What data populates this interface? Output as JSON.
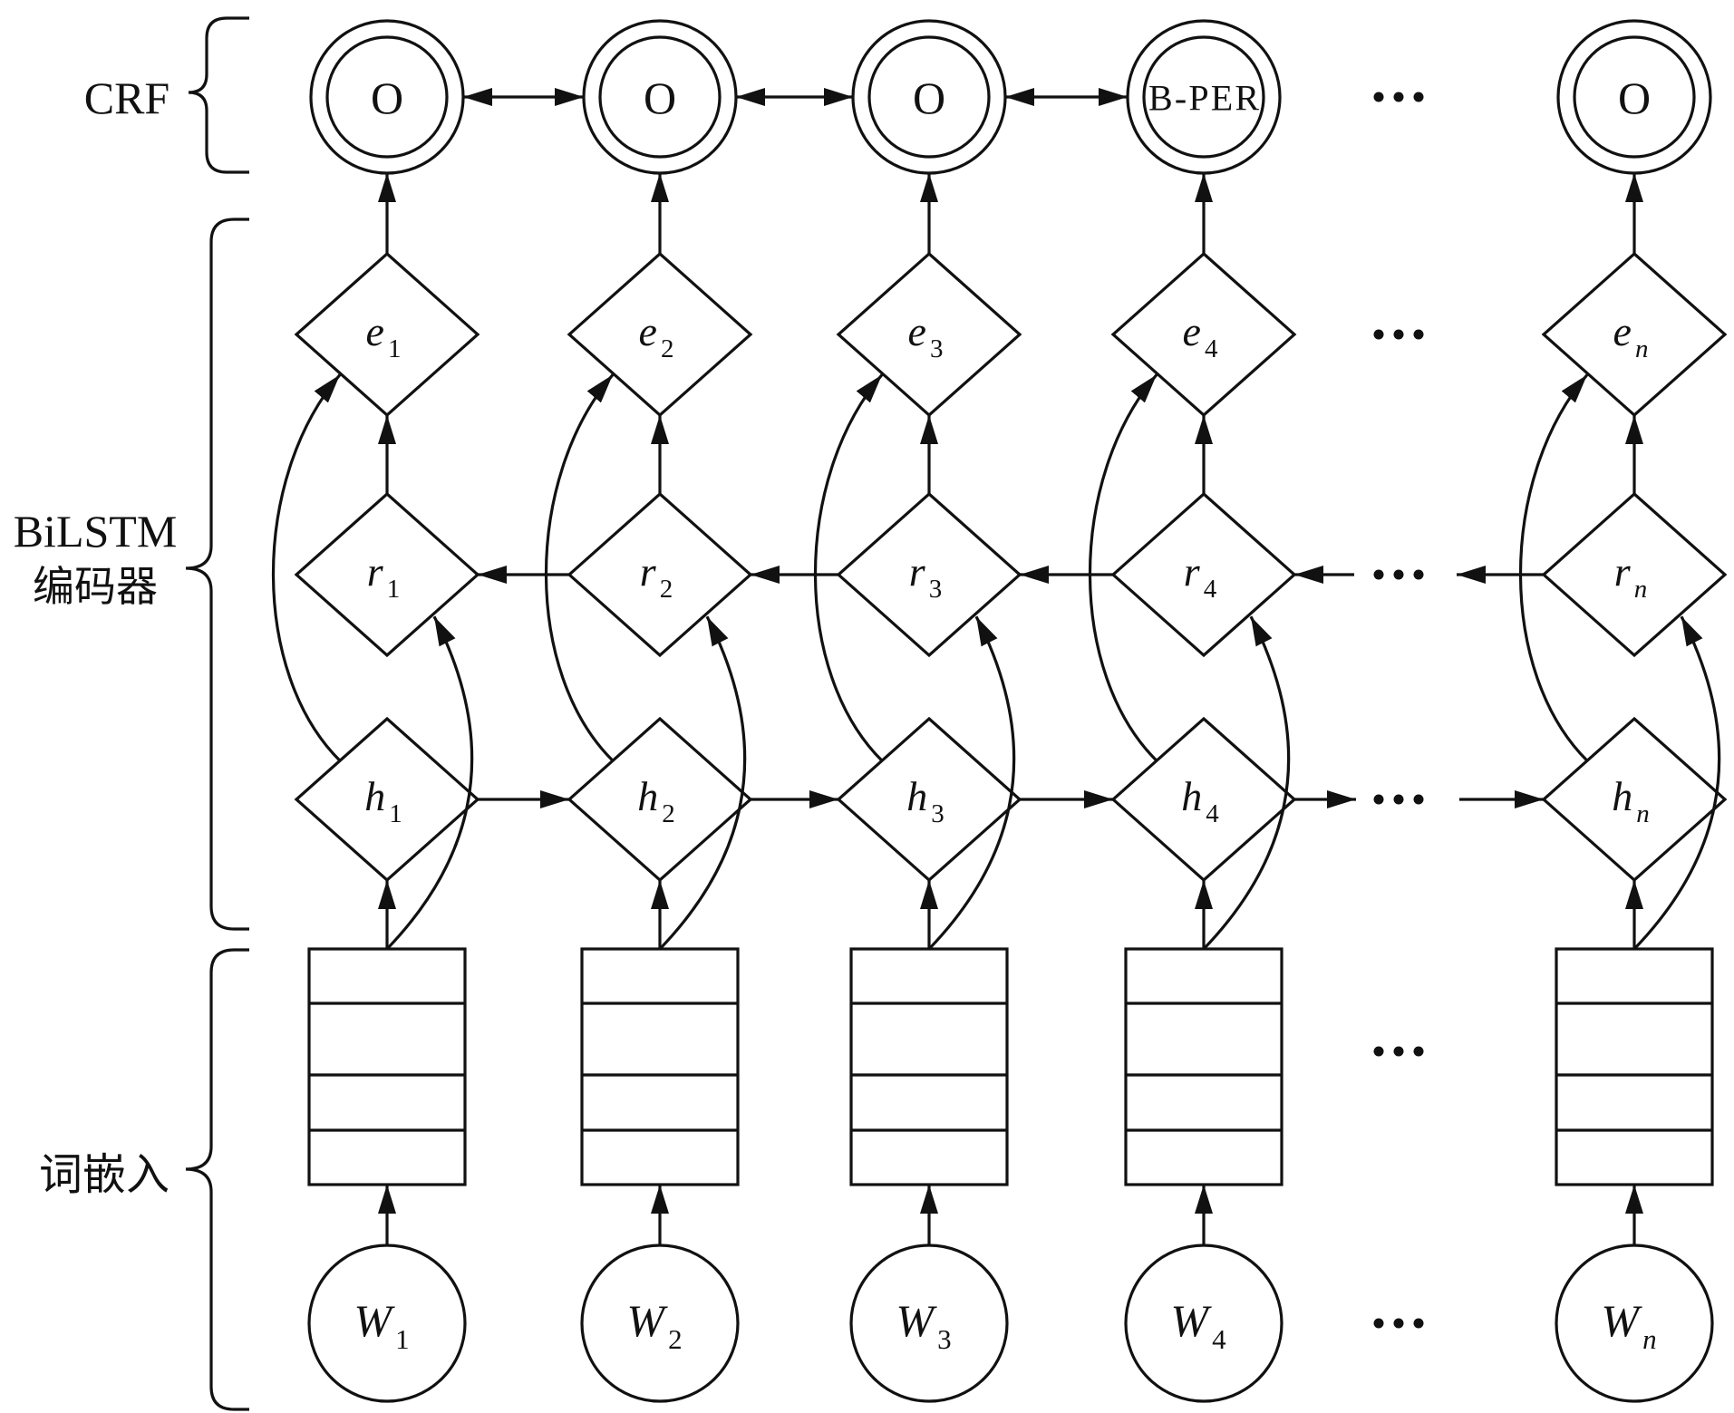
{
  "figure": {
    "layer_labels": {
      "crf": "CRF",
      "bilstm_line1": "BiLSTM",
      "bilstm_line2": "编码器",
      "embedding": "词嵌入"
    },
    "ellipsis": "···",
    "columns": [
      {
        "tag": "O",
        "e": "e",
        "e_sub": "1",
        "r": "r",
        "r_sub": "1",
        "h": "h",
        "h_sub": "1",
        "w": "W",
        "w_sub": "1"
      },
      {
        "tag": "O",
        "e": "e",
        "e_sub": "2",
        "r": "r",
        "r_sub": "2",
        "h": "h",
        "h_sub": "2",
        "w": "W",
        "w_sub": "2"
      },
      {
        "tag": "O",
        "e": "e",
        "e_sub": "3",
        "r": "r",
        "r_sub": "3",
        "h": "h",
        "h_sub": "3",
        "w": "W",
        "w_sub": "3"
      },
      {
        "tag": "B-PER",
        "e": "e",
        "e_sub": "4",
        "r": "r",
        "r_sub": "4",
        "h": "h",
        "h_sub": "4",
        "w": "W",
        "w_sub": "4"
      },
      {
        "tag": "O",
        "e": "e",
        "e_sub": "n",
        "r": "r",
        "r_sub": "n",
        "h": "h",
        "h_sub": "n",
        "w": "W",
        "w_sub": "n"
      }
    ],
    "embedding_cells_per_word": 4
  }
}
